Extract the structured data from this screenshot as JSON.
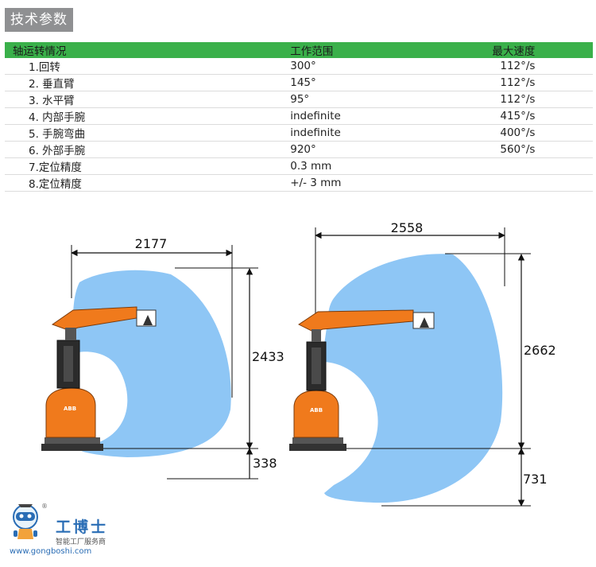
{
  "section_title": "技术参数",
  "table": {
    "headers": [
      "轴运转情况",
      "工作范围",
      "最大速度"
    ],
    "rows": [
      [
        "1.回转",
        "300°",
        "112°/s"
      ],
      [
        "2. 垂直臂",
        "145°",
        "112°/s"
      ],
      [
        "3. 水平臂",
        "95°",
        "112°/s"
      ],
      [
        "4. 内部手腕",
        "indefinite",
        "415°/s"
      ],
      [
        "5. 手腕弯曲",
        "indefinite",
        "400°/s"
      ],
      [
        "6. 外部手腕",
        "920°",
        "560°/s"
      ],
      [
        "7.定位精度",
        "0.3 mm",
        ""
      ],
      [
        "8.定位精度",
        "+/- 3 mm",
        ""
      ]
    ]
  },
  "diagram": {
    "left": {
      "width_label": "2177",
      "height_label": "2433",
      "lower_label": "338"
    },
    "right": {
      "width_label": "2558",
      "height_label": "2662",
      "lower_label": "731"
    },
    "robot_brand": "ABB"
  },
  "logo": {
    "name": "工博士",
    "subtitle": "智能工厂服务商",
    "url": "www.gongboshi.com",
    "reg": "®"
  },
  "colors": {
    "header_green": "#3ab04a",
    "title_gray": "#8f9092",
    "reach_blue": "#8ec6f5",
    "robot_orange": "#f07a1c"
  }
}
